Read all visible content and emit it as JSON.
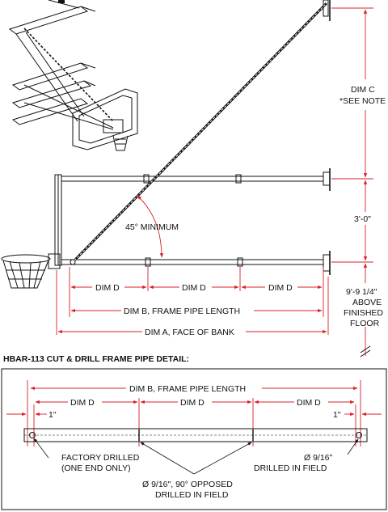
{
  "labels": {
    "dim_c": "DIM C",
    "see_note": "*SEE NOTE",
    "angle": "45° MINIMUM",
    "three_ft": "3'-0\"",
    "height_line1": "9'-9 1/4\"",
    "height_line2": "ABOVE",
    "height_line3": "FINISHED",
    "height_line4": "FLOOR",
    "dim_d": "DIM D",
    "dim_b": "DIM B, FRAME PIPE LENGTH",
    "dim_a": "DIM A, FACE OF BANK",
    "detail_title": "HBAR-113 CUT & DRILL FRAME PIPE DETAIL:",
    "one_inch": "1\"",
    "factory_line1": "FACTORY DRILLED",
    "factory_line2": "(ONE END ONLY)",
    "hole_9_16": "Ø 9/16\"",
    "drilled_field": "DRILLED IN FIELD",
    "opposed_line1": "Ø 9/16\", 90° OPPOSED",
    "opposed_line2": "DRILLED IN FIELD"
  },
  "colors": {
    "dimension": "#d8202a",
    "linework": "#111111"
  }
}
